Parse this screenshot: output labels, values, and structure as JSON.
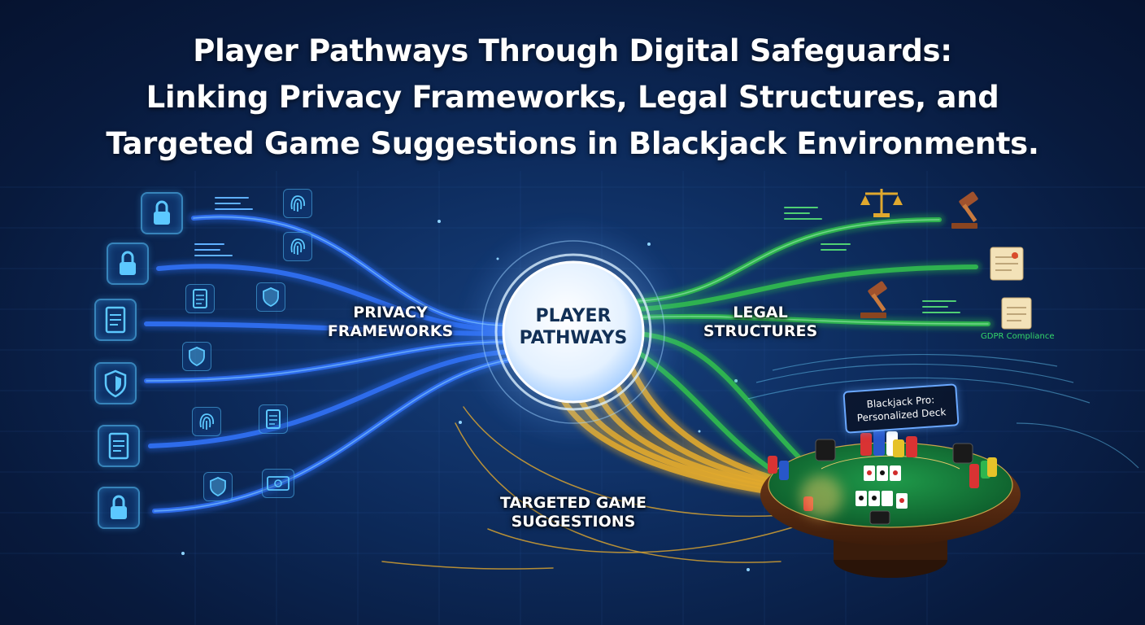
{
  "title": {
    "line1": "Player Pathways Through Digital Safeguards:",
    "line2": "Linking Privacy Frameworks, Legal Structures, and",
    "line3": "Targeted Game Suggestions in Blackjack Environments."
  },
  "hub": {
    "line1": "PLAYER",
    "line2": "PATHWAYS"
  },
  "sections": {
    "privacy": {
      "line1": "PRIVACY",
      "line2": "FRAMEWORKS",
      "color": "#3a7ef5"
    },
    "legal": {
      "line1": "LEGAL",
      "line2": "STRUCTURES",
      "color": "#35c75a"
    },
    "targeted": {
      "line1": "TARGETED GAME",
      "line2": "SUGGESTIONS",
      "color": "#e0a82e"
    }
  },
  "legal_note": "GDPR Compliance",
  "table_sign": {
    "line1": "Blackjack Pro:",
    "line2": "Personalized Deck"
  },
  "icons": {
    "privacy_tiles": [
      "lock-icon",
      "lock-icon",
      "document-icon",
      "shield-icon",
      "document-icon",
      "lock-icon"
    ],
    "privacy_minis": [
      "fingerprint-icon",
      "fingerprint-icon",
      "document-icon",
      "shield-icon",
      "shield-icon",
      "fingerprint-icon",
      "document-icon",
      "shield-icon",
      "id-card-icon"
    ],
    "legal": [
      "scales-of-justice-icon",
      "gavel-icon",
      "scroll-icon",
      "gavel-icon",
      "scroll-icon"
    ]
  }
}
